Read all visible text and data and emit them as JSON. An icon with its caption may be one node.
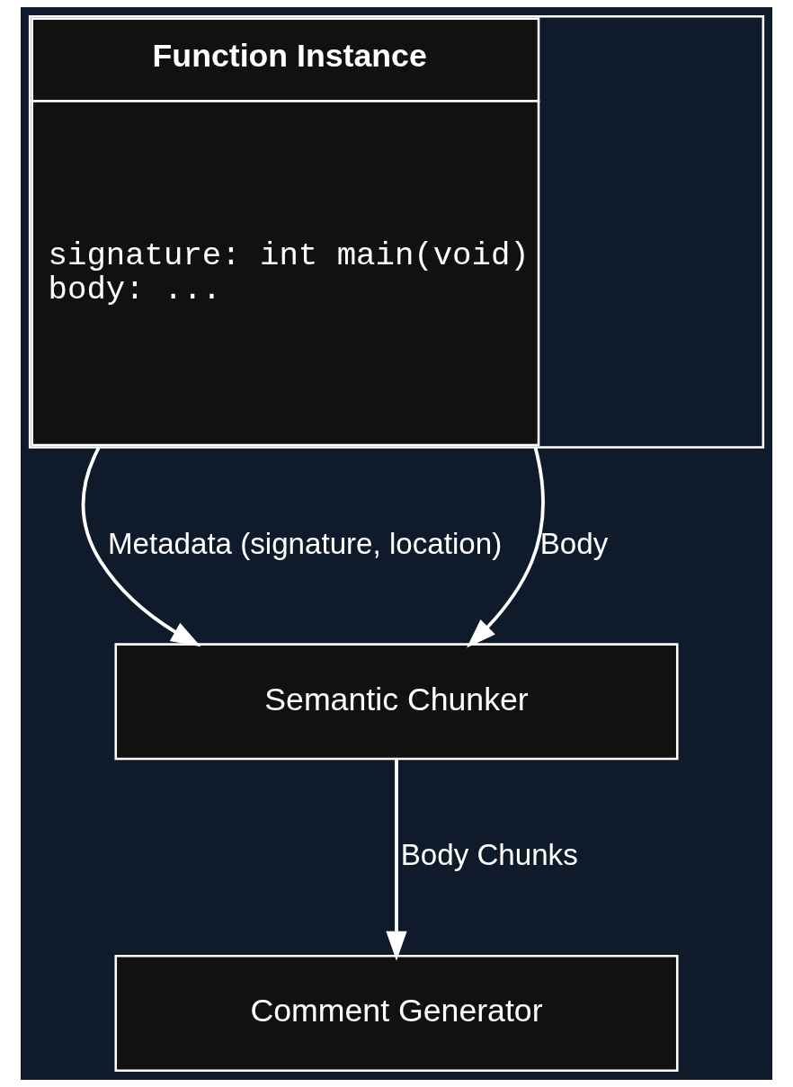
{
  "diagram": {
    "nodes": [
      {
        "text": [
          "Function Instance",
          "signature: int main(void)",
          "body: ..."
        ]
      },
      {
        "text": [
          "Semantic Chunker"
        ]
      },
      {
        "text": [
          "Comment Generator"
        ]
      }
    ],
    "edges": [
      {
        "from": 0,
        "to": 1,
        "arrow": "to",
        "label": "Metadata (signature, location)"
      },
      {
        "from": 0,
        "to": 1,
        "arrow": "to",
        "label": "Body"
      },
      {
        "from": 1,
        "to": 2,
        "arrow": "to",
        "label": "Body Chunks"
      }
    ]
  }
}
